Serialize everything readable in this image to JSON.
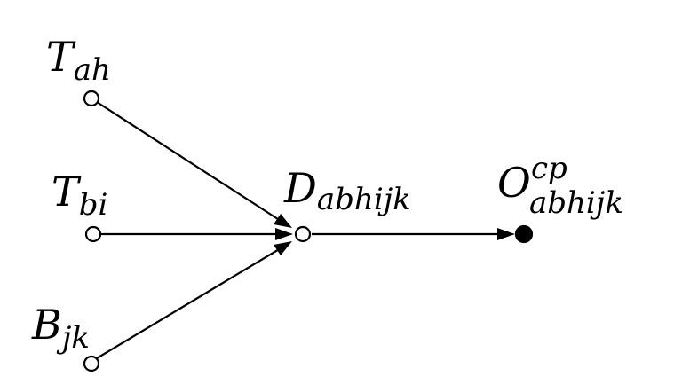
{
  "diagram": {
    "nodes": {
      "t_ah": {
        "base": "T",
        "sub": "ah",
        "sup": ""
      },
      "t_bi": {
        "base": "T",
        "sub": "bi",
        "sup": ""
      },
      "b_jk": {
        "base": "B",
        "sub": "jk",
        "sup": ""
      },
      "d": {
        "base": "D",
        "sub": "abhijk",
        "sup": ""
      },
      "o": {
        "base": "O",
        "sub": "abhijk",
        "sup": "cp"
      }
    },
    "edges": [
      {
        "from": "T_ah",
        "to": "D_abhijk"
      },
      {
        "from": "T_bi",
        "to": "D_abhijk"
      },
      {
        "from": "B_jk",
        "to": "D_abhijk"
      },
      {
        "from": "D_abhijk",
        "to": "O^cp_abhijk"
      }
    ],
    "colors": {
      "stroke": "#000000",
      "open_node_fill": "#ffffff",
      "filled_node_fill": "#000000"
    }
  }
}
